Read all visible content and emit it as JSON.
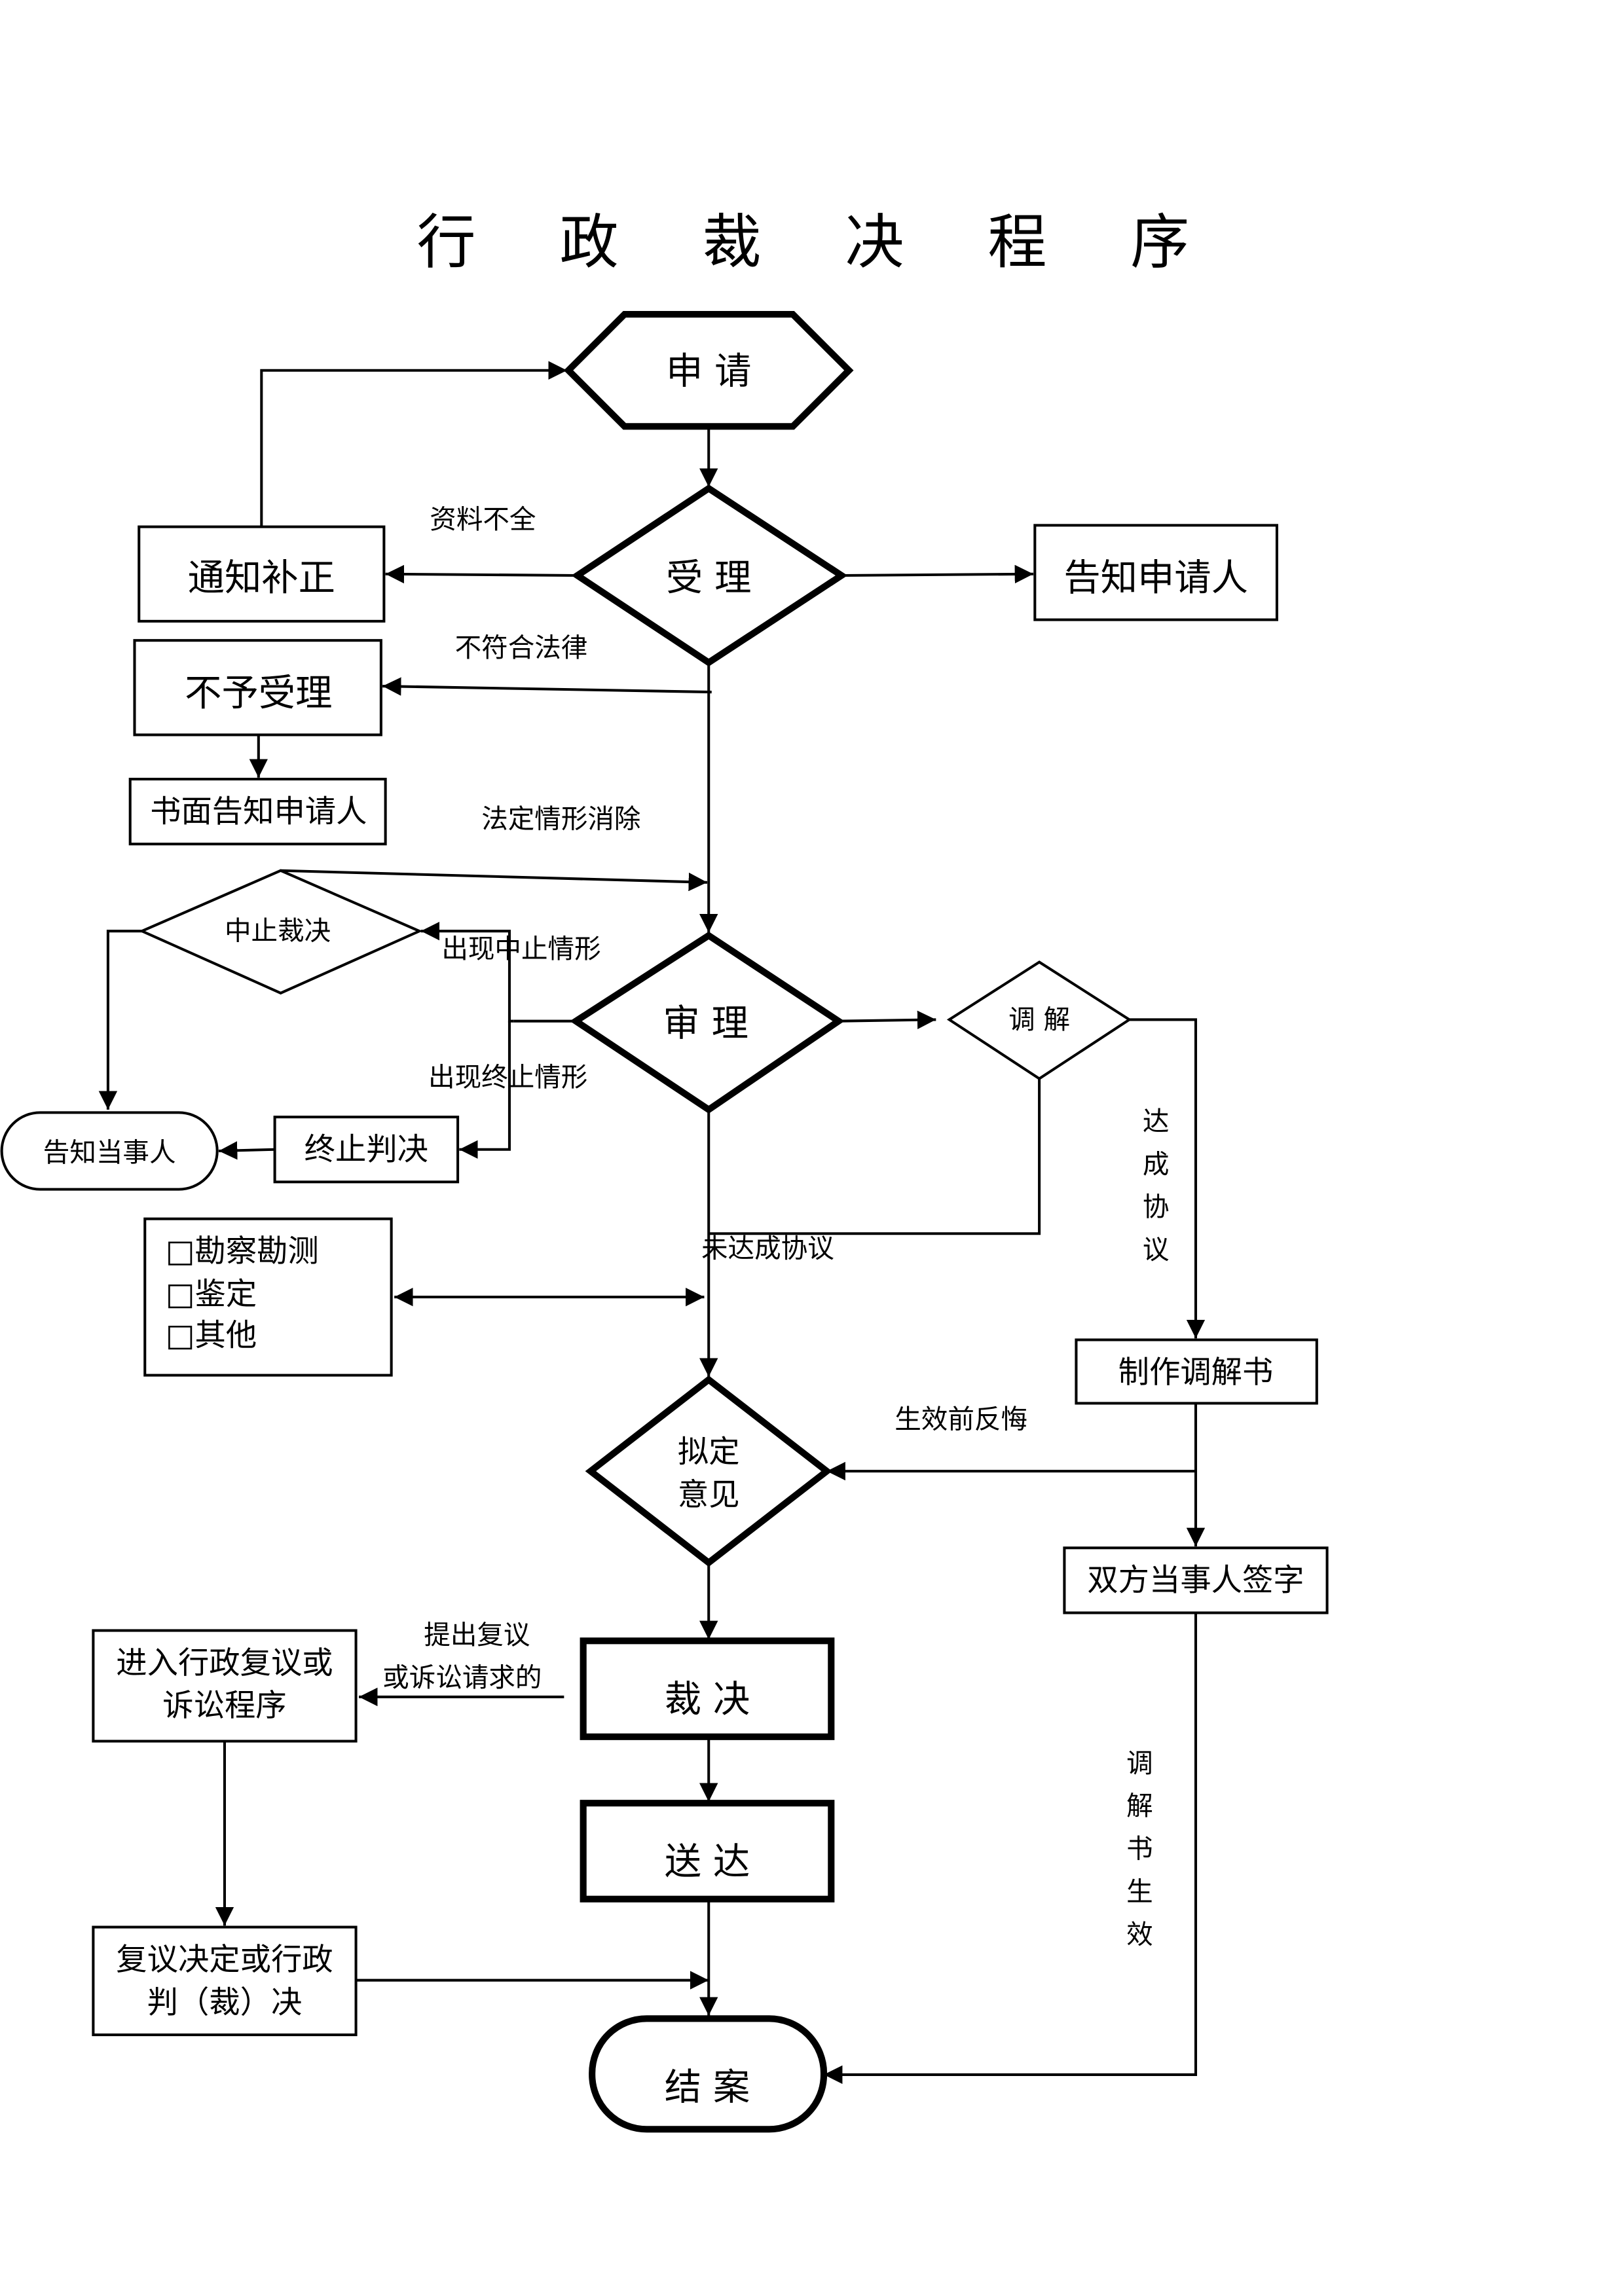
{
  "title": "行 政 裁 决 程 序",
  "nodes": {
    "apply": "申 请",
    "accept": "受 理",
    "notify_correction": "通知补正",
    "inform_applicant": "告知申请人",
    "reject": "不予受理",
    "written_notice": "书面告知申请人",
    "suspend": "中止裁决",
    "hearing": "审 理",
    "mediation": "调 解",
    "inform_parties": "告知当事人",
    "terminate": "终止判决",
    "investigation": [
      "□勘察勘测",
      "□鉴定",
      "□其他"
    ],
    "mediation_doc": "制作调解书",
    "proposal": [
      "拟定",
      "意见"
    ],
    "both_sign": "双方当事人签字",
    "review_litigation": [
      "进入行政复议或",
      "诉讼程序"
    ],
    "ruling": "裁 决",
    "delivery": "送 达",
    "review_decision": [
      "复议决定或行政",
      "判（裁）决"
    ],
    "close": "结 案"
  },
  "labels": {
    "incomplete": "资料不全",
    "illegal": "不符合法律",
    "removed": "法定情形消除",
    "suspend_case": "出现中止情形",
    "terminate_case": "出现终止情形",
    "no_agreement": "未达成协议",
    "agreement": [
      "达",
      "成",
      "协",
      "议"
    ],
    "regret": "生效前反悔",
    "appeal": [
      "提出复议",
      "或诉讼请求的"
    ],
    "effective": [
      "调",
      "解",
      "书",
      "生",
      "效"
    ]
  }
}
